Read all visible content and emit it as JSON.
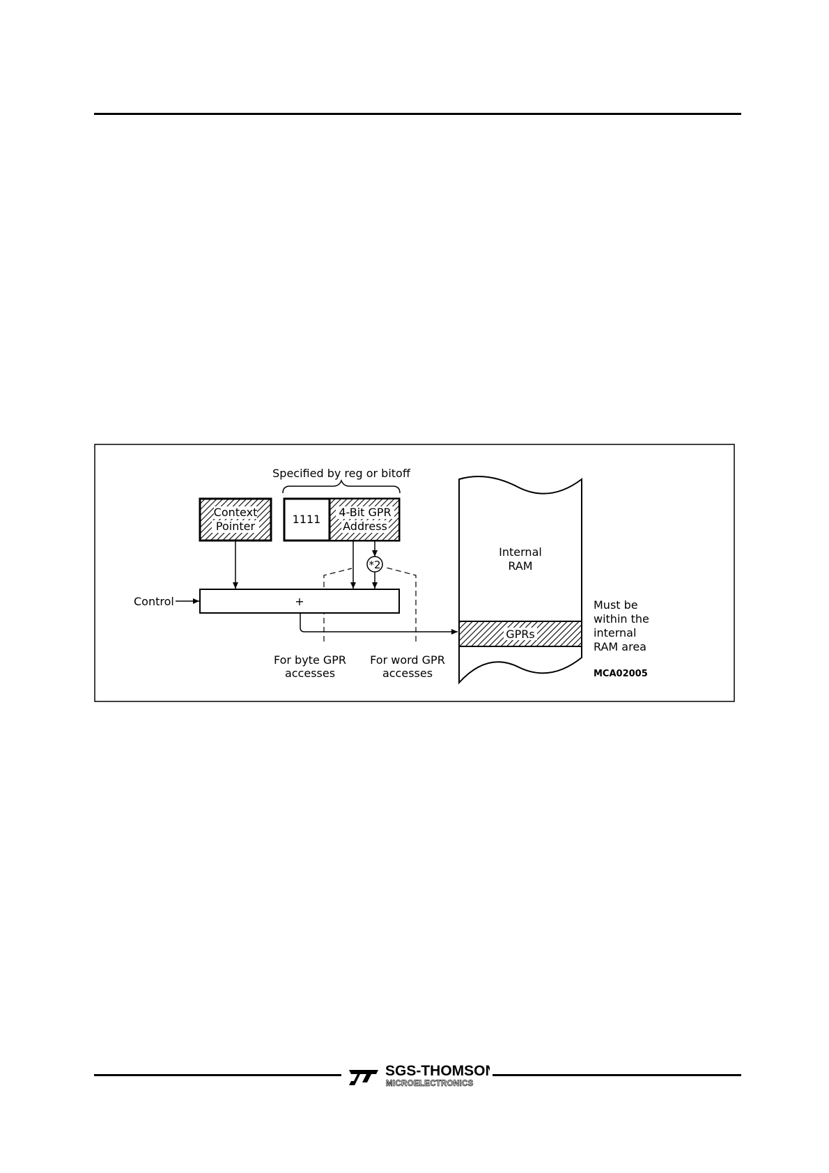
{
  "diagram": {
    "brace_label": "Specified by reg or bitoff",
    "context_pointer_line1": "Context",
    "context_pointer_line2": "Pointer",
    "fixed_bits": "1111",
    "gpr_address_line1": "4-Bit GPR",
    "gpr_address_line2": "Address",
    "multiplier": "*2",
    "control_label": "Control",
    "adder_symbol": "+",
    "byte_access_line1": "For byte GPR",
    "byte_access_line2": "accesses",
    "word_access_line1": "For word GPR",
    "word_access_line2": "accesses",
    "ram_line1": "Internal",
    "ram_line2": "RAM",
    "gprs_label": "GPRs",
    "note_line1": "Must be",
    "note_line2": "within the",
    "note_line3": "internal",
    "note_line4": "RAM area",
    "figure_code": "MCA02005"
  },
  "footer": {
    "logo_mark": "ST",
    "company_name": "SGS-THOMSON",
    "company_sub": "MICROELECTRONICS"
  }
}
